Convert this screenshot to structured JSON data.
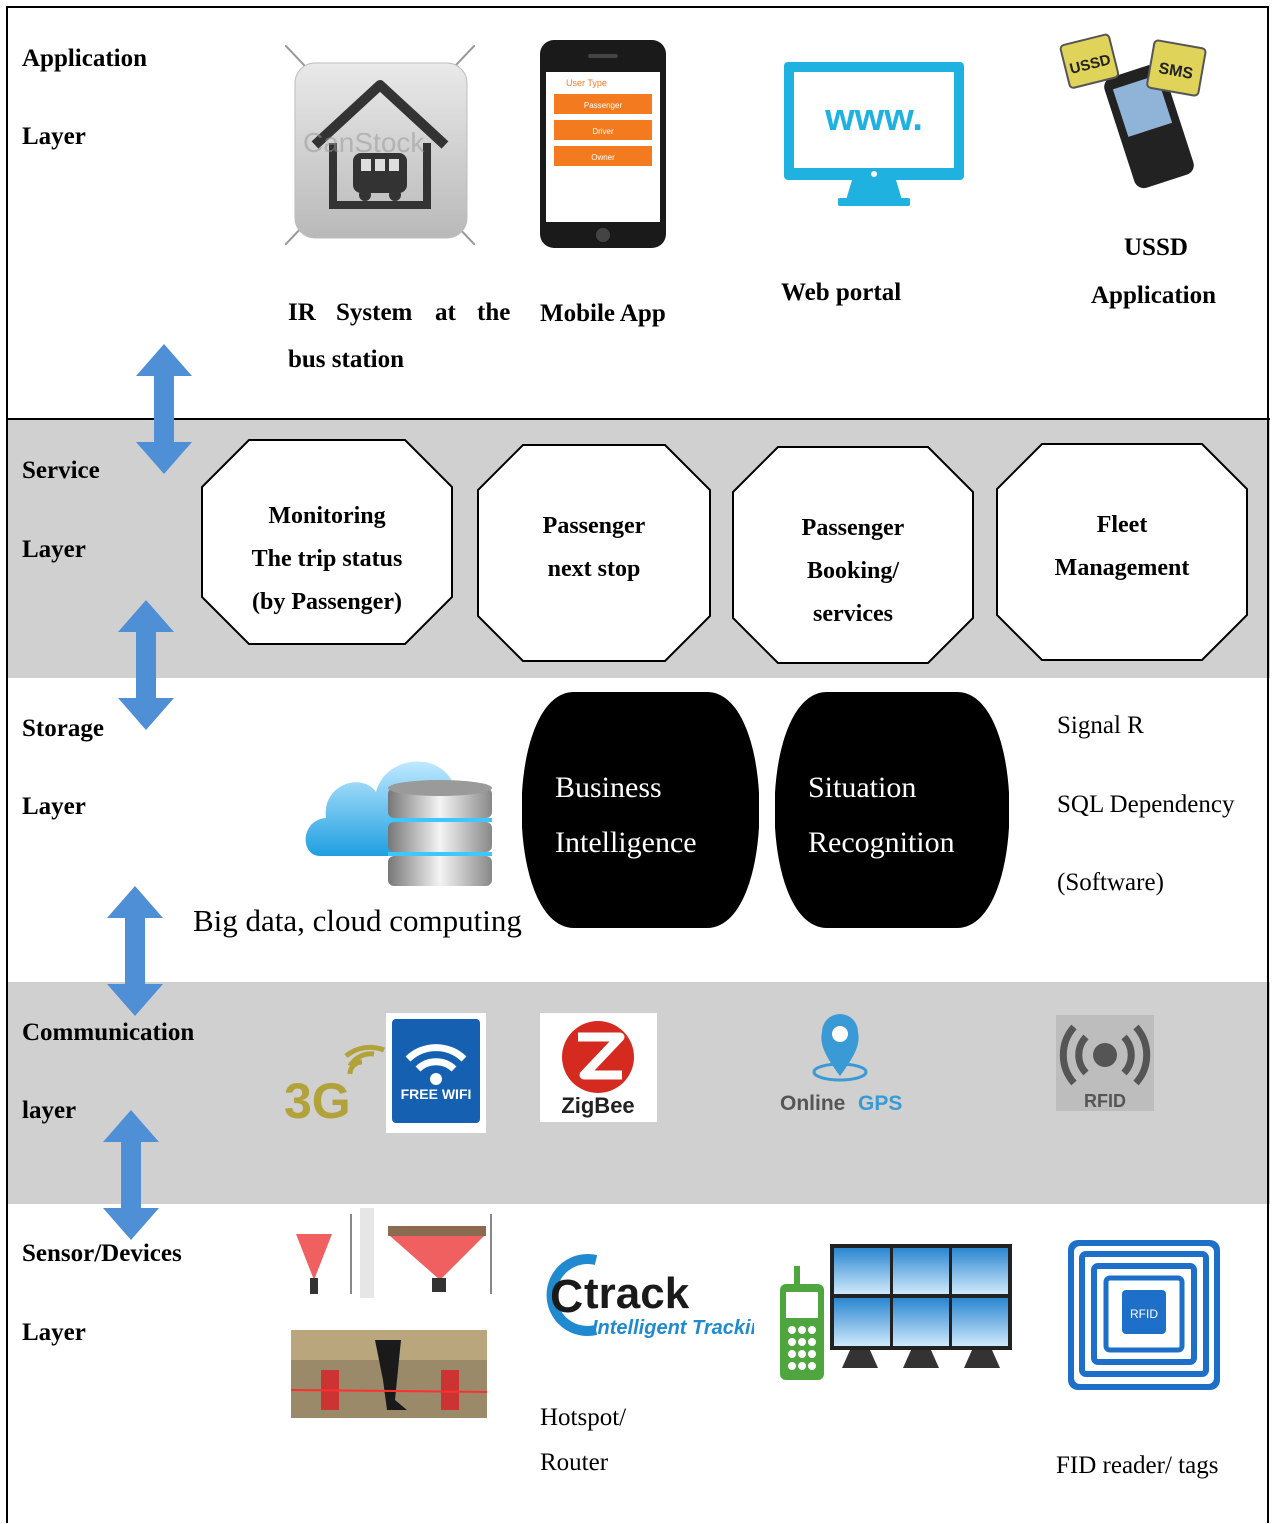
{
  "layers": {
    "application": {
      "line1": "Application",
      "line2": "Layer"
    },
    "service": {
      "line1": "Service",
      "line2": "Layer"
    },
    "storage": {
      "line1": "Storage",
      "line2": "Layer"
    },
    "communication": {
      "line1": "Communication",
      "line2": "layer"
    },
    "sensor": {
      "line1": "Sensor/Devices",
      "line2": "Layer"
    }
  },
  "application": {
    "ir_system": {
      "line1_w1": "IR",
      "line1_w2": "System",
      "line1_w3": "at",
      "line1_w4": "the",
      "line2": "bus station",
      "watermark": "CanStock"
    },
    "mobile_app": {
      "label": "Mobile App",
      "screen_title": "User Type",
      "options": [
        "Passenger",
        "Driver",
        "Owner"
      ]
    },
    "web_portal": {
      "label": "Web portal",
      "screen_text": "www."
    },
    "ussd": {
      "line1": "USSD",
      "line2": "Application",
      "tag1": "USSD",
      "tag2": "SMS"
    }
  },
  "services": [
    {
      "lines": [
        "Monitoring",
        "The trip status",
        "(by Passenger)"
      ]
    },
    {
      "lines": [
        "Passenger",
        "next stop"
      ]
    },
    {
      "lines": [
        "Passenger",
        "Booking/",
        "services"
      ]
    },
    {
      "lines": [
        "Fleet",
        "Management"
      ]
    }
  ],
  "storage": {
    "cloud_caption": "Big data, cloud computing",
    "bi": {
      "line1": "Business",
      "line2": "Intelligence"
    },
    "sr": {
      "line1": "Situation",
      "line2": "Recognition"
    },
    "tech": {
      "line1": "Signal R",
      "line2": "SQL Dependency",
      "line3": "(Software)"
    }
  },
  "communication": {
    "threeg": "3G",
    "wifi": "FREE WIFI",
    "zigbee": "ZigBee",
    "gps_a": "Online",
    "gps_b": "GPS",
    "rfid": "RFID"
  },
  "sensor": {
    "ctrack_a": "C",
    "ctrack_b": "track",
    "ctrack_sub": "Intelligent Tracking",
    "hotspot": {
      "line1": "Hotspot/",
      "line2": "Router"
    },
    "rfid_tag": "RFID",
    "fid_caption": "FID reader/ tags"
  },
  "colors": {
    "band_gray": "#d0d0d0",
    "arrow_blue": "#4f8fd6",
    "cyan": "#1fb1e0",
    "orange": "#f47a20"
  }
}
